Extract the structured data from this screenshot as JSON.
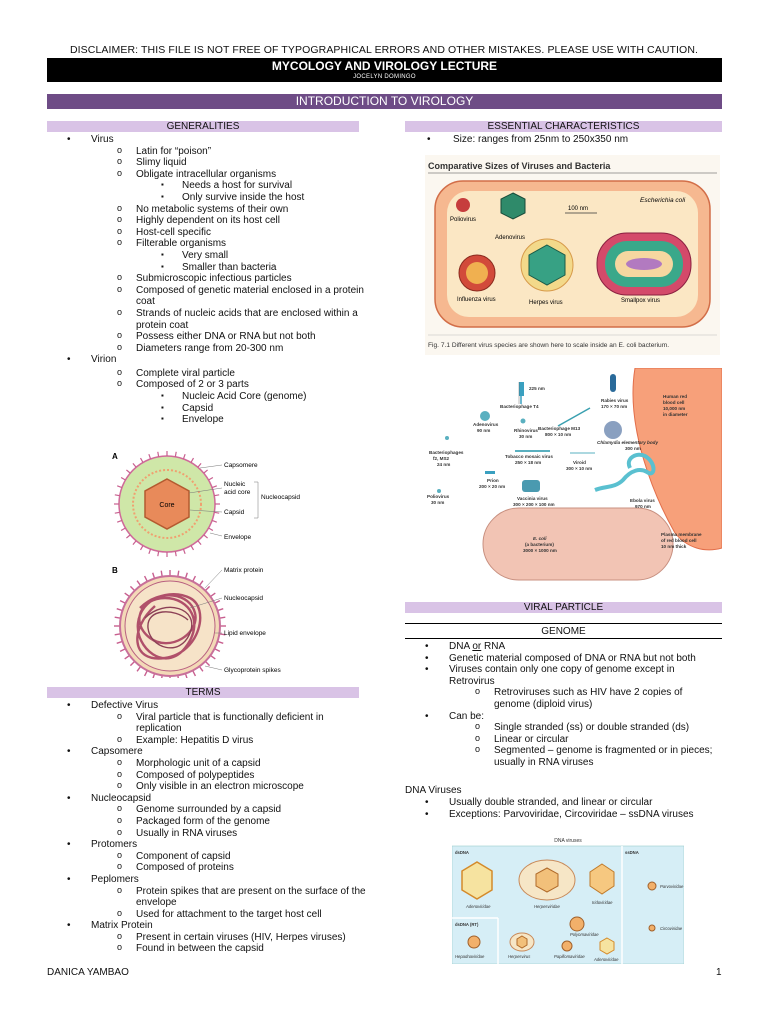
{
  "disclaimer": "DISCLAIMER: THIS FILE IS NOT FREE OF TYPOGRAPHICAL ERRORS AND OTHER MISTAKES. PLEASE USE WITH CAUTION.",
  "title": "MYCOLOGY AND VIROLOGY LECTURE",
  "author": "JOCELYN DOMINGO",
  "section": "INTRODUCTION TO VIROLOGY",
  "left": {
    "generalities_head": "GENERALITIES",
    "g": [
      "Virus",
      "Latin for “poison”",
      "Slimy liquid",
      "Obligate intracellular organisms",
      "Needs a host for survival",
      "Only survive inside the host",
      "No metabolic systems of their own",
      "Highly dependent on its host cell",
      "Host-cell specific",
      "Filterable organisms",
      "Very small",
      "Smaller than bacteria",
      "Submicroscopic infectious particles",
      "Composed of genetic material enclosed in a protein coat",
      "Strands of nucleic acids that are enclosed within a protein coat",
      "Possess either DNA or RNA but not both",
      "Diameters range from 20-300 nm",
      "Virion",
      "Complete viral particle",
      "Composed of 2 or 3 parts",
      "Nucleic Acid Core (genome)",
      "Capsid",
      "Envelope"
    ],
    "fig_labels": {
      "a": "A",
      "capsomere": "Capsomere",
      "nucleic": "Nucleic",
      "acid_core": "acid core",
      "nucleocapsid": "Nucleocapsid",
      "core": "Core",
      "capsid": "Capsid",
      "envelope": "Envelope",
      "b": "B",
      "matrix": "Matrix protein",
      "nucleocapsid_b": "Nucleocapsid",
      "lipid": "Lipid envelope",
      "glyco": "Glycoprotein spikes"
    },
    "terms_head": "TERMS",
    "t": [
      "Defective Virus",
      "Viral particle that is functionally deficient in replication",
      "Example: Hepatitis D virus",
      "Capsomere",
      "Morphologic unit of a capsid",
      "Composed of polypeptides",
      "Only visible in an electron microscope",
      "Nucleocapsid",
      "Genome surrounded by a capsid",
      "Packaged form of the genome",
      "Usually in RNA viruses",
      "Protomers",
      "Component of capsid",
      "Composed of proteins",
      "Peplomers",
      "Protein spikes that are present on the surface of the envelope",
      "Used for attachment to the target host cell",
      "Matrix Protein",
      "Present in certain viruses (HIV, Herpes viruses)",
      "Found in between the capsid"
    ]
  },
  "right": {
    "essential_head": "ESSENTIAL CHARACTERISTICS",
    "size": "Size: ranges from 25nm to 250x350 nm",
    "fig1": {
      "title": "Comparative Sizes of Viruses and Bacteria",
      "ecoli": "Escherichia coli",
      "scale": "100 nm",
      "polio": "Poliovirus",
      "adeno": "Adenovirus",
      "influenza": "Influenza virus",
      "herpes": "Herpes virus",
      "smallpox": "Smallpox virus",
      "caption": "Fig. 7.1   Different virus species are shown here to scale inside an E. coli bacterium."
    },
    "fig2": {
      "l1": "225 nm",
      "l2": "Bacteriophage T4",
      "l3": "Rabies virus",
      "l4": "170 × 70 nm",
      "l5": "Human red",
      "l6": "blood cell",
      "l7": "10,000 nm",
      "l8": "in diameter",
      "l9": "Adenovirus",
      "l10": "90 nm",
      "l11": "Rhinovirus",
      "l12": "30 nm",
      "l13": "Bacteriophage M13",
      "l14": "800 × 10 nm",
      "l15": "Chlamydia elementary body",
      "l16": "300 nm",
      "l17": "Bacteriophages",
      "l18": "f2, MS2",
      "l19": "24 nm",
      "l20": "Tobacco mosaic virus",
      "l21": "250 × 18 nm",
      "l22": "Viroid",
      "l23": "300 × 10 nm",
      "l24": "Prion",
      "l25": "200 × 20 nm",
      "l26": "Poliovirus",
      "l27": "30 nm",
      "l28": "Vaccinia virus",
      "l29": "300 × 200 × 100 nm",
      "l30": "Ebola virus",
      "l31": "970 nm",
      "l32": "E. coli",
      "l33": "(a bacterium)",
      "l34": "3000 × 1000 nm",
      "l35": "Plasma membrane",
      "l36": "of red blood cell",
      "l37": "10 nm thick"
    },
    "viral_head": "VIRAL PARTICLE",
    "genome_head": "GENOME",
    "gn": [
      "DNA ",
      "or",
      " RNA",
      "Genetic material composed of DNA or RNA but not both",
      "Viruses contain only one copy of genome except in Retrovirus",
      "Retroviruses such as HIV have 2 copies of genome (diploid virus)",
      "Can be:",
      "Single stranded (ss) or double stranded (ds)",
      "Linear or circular",
      "Segmented – genome is fragmented or in pieces; usually in RNA viruses"
    ],
    "dna_title": "DNA Viruses",
    "dna": [
      "Usually double stranded, and linear or circular",
      "Exceptions: Parvoviridae, Circoviridae – ssDNA viruses"
    ],
    "fig3": {
      "title": "DNA viruses",
      "ds": "dsDNA",
      "ss": "ssDNA",
      "adeno": "Adenoviridae",
      "herpes": "Herpesviridae",
      "irido": "Iridoviridae",
      "parvo": "Parvoviridae",
      "polyoma": "Polyomaviridae",
      "circo": "Circoviridae",
      "dsrt": "dsDNA (RT)",
      "hepadna": "Hepadnaviridae",
      "herpesv": "Herpesvirus",
      "papilloma": "Papillomaviridae",
      "adenov": "Adenoviridae"
    }
  },
  "footer": {
    "name": "DANICA YAMBAO",
    "page": "1"
  },
  "bullets": {
    "dot": "•",
    "circle": "o",
    "square": "▪"
  },
  "colors": {
    "title_bg": "#000000",
    "section_bg": "#6e4c86",
    "subhead_bg": "#d9c3e6"
  }
}
